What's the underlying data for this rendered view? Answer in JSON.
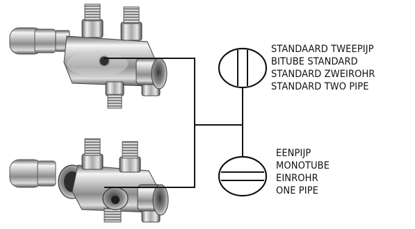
{
  "figure": {
    "two_pipe": {
      "lines": [
        "STANDAARD TWEEPIJP",
        "BITUBE STANDARD",
        "STANDARD ZWEIROHR",
        "STANDARD TWO PIPE"
      ],
      "symbol": "two-pipe-symbol"
    },
    "one_pipe": {
      "lines": [
        "EENPIJP",
        "MONOTUBE",
        "EINROHR",
        "ONE PIPE"
      ],
      "symbol": "one-pipe-symbol"
    },
    "components": [
      "valve-two-pipe-mode",
      "valve-one-pipe-mode"
    ],
    "colors": {
      "ink": "#111111",
      "chrome_light": "#f2f2f2",
      "chrome_mid": "#b8b8b8",
      "chrome_dark": "#555555"
    }
  }
}
